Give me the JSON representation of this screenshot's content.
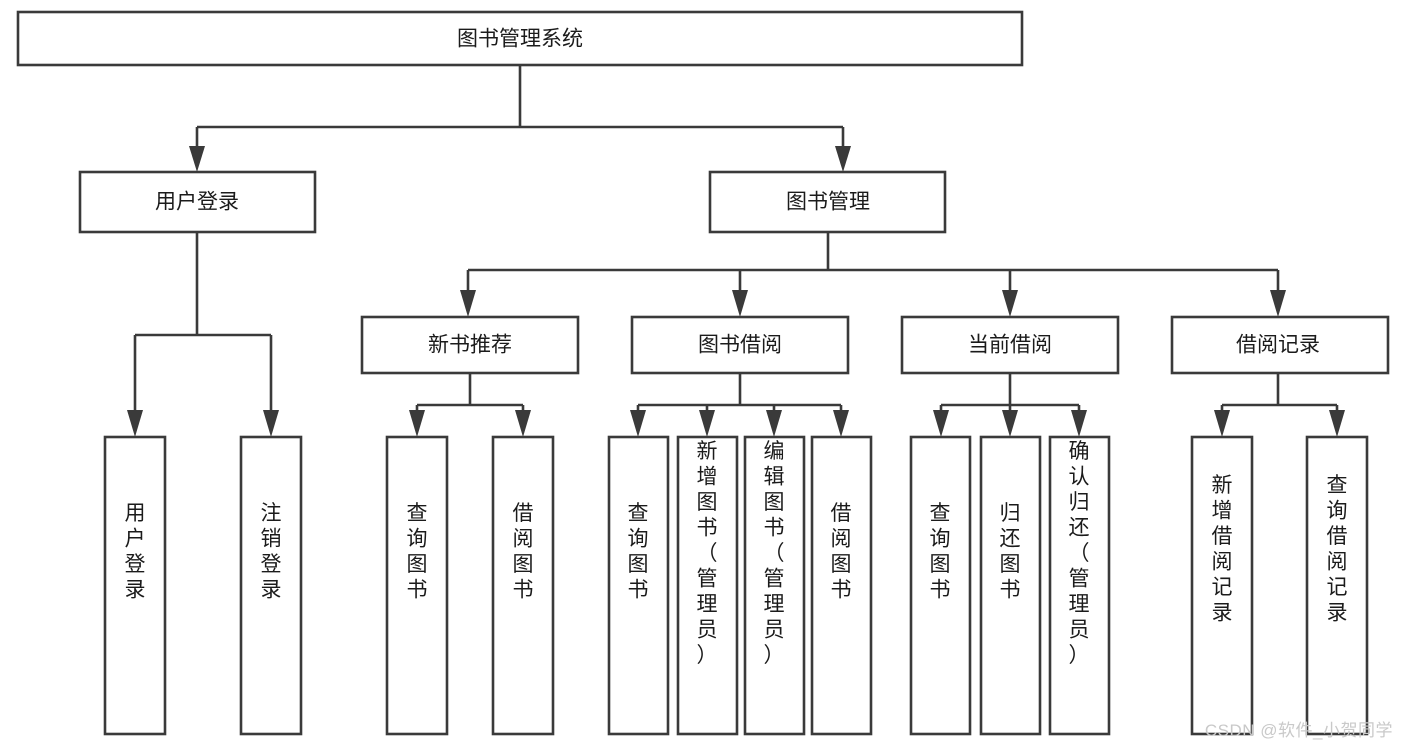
{
  "diagram": {
    "title": "图书管理系统",
    "type": "hierarchy-tree",
    "root": {
      "id": "root",
      "label": "图书管理系统"
    },
    "level2": [
      {
        "id": "user-login",
        "label": "用户登录"
      },
      {
        "id": "book-manage",
        "label": "图书管理"
      }
    ],
    "level3": [
      {
        "id": "new-book-recommend",
        "label": "新书推荐",
        "parent": "book-manage"
      },
      {
        "id": "book-borrow",
        "label": "图书借阅",
        "parent": "book-manage"
      },
      {
        "id": "current-borrow",
        "label": "当前借阅",
        "parent": "book-manage"
      },
      {
        "id": "borrow-record",
        "label": "借阅记录",
        "parent": "book-manage"
      }
    ],
    "leaves": [
      {
        "id": "leaf-user-login",
        "label": "用户登录",
        "parent": "user-login"
      },
      {
        "id": "leaf-logout",
        "label": "注销登录",
        "parent": "user-login"
      },
      {
        "id": "leaf-query-book-1",
        "label": "查询图书",
        "parent": "new-book-recommend"
      },
      {
        "id": "leaf-borrow-book-1",
        "label": "借阅图书",
        "parent": "new-book-recommend"
      },
      {
        "id": "leaf-query-book-2",
        "label": "查询图书",
        "parent": "book-borrow"
      },
      {
        "id": "leaf-add-book",
        "label": "新增图书（管理员）",
        "parent": "book-borrow"
      },
      {
        "id": "leaf-edit-book",
        "label": "编辑图书（管理员）",
        "parent": "book-borrow"
      },
      {
        "id": "leaf-borrow-book-2",
        "label": "借阅图书",
        "parent": "book-borrow"
      },
      {
        "id": "leaf-query-book-3",
        "label": "查询图书",
        "parent": "current-borrow"
      },
      {
        "id": "leaf-return-book",
        "label": "归还图书",
        "parent": "current-borrow"
      },
      {
        "id": "leaf-confirm-return",
        "label": "确认归还（管理员）",
        "parent": "current-borrow"
      },
      {
        "id": "leaf-add-record",
        "label": "新增借阅记录",
        "parent": "borrow-record"
      },
      {
        "id": "leaf-query-record",
        "label": "查询借阅记录",
        "parent": "borrow-record"
      }
    ],
    "watermark": "CSDN @软件_小贺同学",
    "colors": {
      "box_stroke": "#3a3a3a",
      "box_fill": "#ffffff",
      "text": "#1b1b1b",
      "watermark": "#c9c9c9",
      "background": "#ffffff"
    }
  }
}
